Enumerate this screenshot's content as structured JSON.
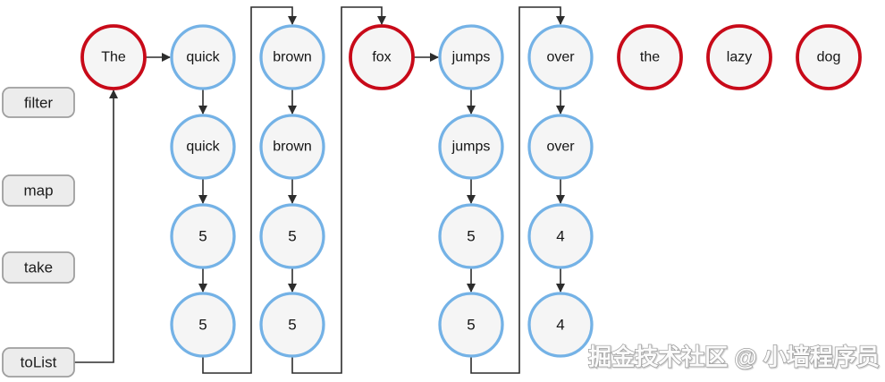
{
  "stages": [
    {
      "label": "filter"
    },
    {
      "label": "map"
    },
    {
      "label": "take"
    },
    {
      "label": "toList"
    }
  ],
  "source_row": [
    {
      "label": "The",
      "state": "rejected"
    },
    {
      "label": "quick",
      "state": "accepted"
    },
    {
      "label": "brown",
      "state": "accepted"
    },
    {
      "label": "fox",
      "state": "rejected"
    },
    {
      "label": "jumps",
      "state": "accepted"
    },
    {
      "label": "over",
      "state": "accepted"
    },
    {
      "label": "the",
      "state": "rejected"
    },
    {
      "label": "lazy",
      "state": "rejected"
    },
    {
      "label": "dog",
      "state": "rejected"
    }
  ],
  "filter_row": [
    {
      "label": "quick"
    },
    {
      "label": "brown"
    },
    {
      "label": "jumps"
    },
    {
      "label": "over"
    }
  ],
  "map_row": [
    {
      "label": "5"
    },
    {
      "label": "5"
    },
    {
      "label": "5"
    },
    {
      "label": "4"
    }
  ],
  "take_row": [
    {
      "label": "5"
    },
    {
      "label": "5"
    },
    {
      "label": "5"
    },
    {
      "label": "4"
    }
  ],
  "watermark": {
    "text": "掘金技术社区 @ 小墙程序员"
  },
  "colors": {
    "rejected_stroke": "#c80a19",
    "accepted_stroke": "#74b2e6",
    "node_fill": "#f5f5f5",
    "stage_fill": "#ececec",
    "stage_stroke": "#9e9e9e",
    "edge": "#2d2d2d"
  }
}
